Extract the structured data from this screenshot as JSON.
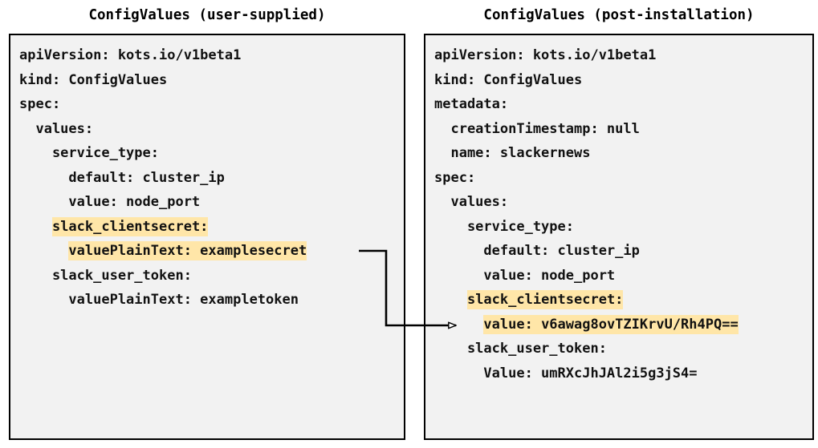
{
  "panels": [
    {
      "id": "user-supplied",
      "title": "ConfigValues (user-supplied)",
      "lines": [
        [
          {
            "t": "apiVersion: kots.io/v1beta1",
            "hl": false
          }
        ],
        [
          {
            "t": "kind: ConfigValues",
            "hl": false
          }
        ],
        [
          {
            "t": "spec:",
            "hl": false
          }
        ],
        [
          {
            "t": "  values:",
            "hl": false
          }
        ],
        [
          {
            "t": "    service_type:",
            "hl": false
          }
        ],
        [
          {
            "t": "      default: cluster_ip",
            "hl": false
          }
        ],
        [
          {
            "t": "      value: node_port",
            "hl": false
          }
        ],
        [
          {
            "t": "    ",
            "hl": false
          },
          {
            "t": "slack_clientsecret:",
            "hl": true
          }
        ],
        [
          {
            "t": "      ",
            "hl": false
          },
          {
            "t": "valuePlainText: examplesecret",
            "hl": true
          }
        ],
        [
          {
            "t": "    slack_user_token:",
            "hl": false
          }
        ],
        [
          {
            "t": "      valuePlainText: exampletoken",
            "hl": false
          }
        ]
      ]
    },
    {
      "id": "post-installation",
      "title": "ConfigValues (post-installation)",
      "lines": [
        [
          {
            "t": "apiVersion: kots.io/v1beta1",
            "hl": false
          }
        ],
        [
          {
            "t": "kind: ConfigValues",
            "hl": false
          }
        ],
        [
          {
            "t": "metadata:",
            "hl": false
          }
        ],
        [
          {
            "t": "  creationTimestamp: null",
            "hl": false
          }
        ],
        [
          {
            "t": "  name: slackernews",
            "hl": false
          }
        ],
        [
          {
            "t": "spec:",
            "hl": false
          }
        ],
        [
          {
            "t": "  values:",
            "hl": false
          }
        ],
        [
          {
            "t": "    service_type:",
            "hl": false
          }
        ],
        [
          {
            "t": "      default: cluster_ip",
            "hl": false
          }
        ],
        [
          {
            "t": "      value: node_port",
            "hl": false
          }
        ],
        [
          {
            "t": "    ",
            "hl": false
          },
          {
            "t": "slack_clientsecret:",
            "hl": true
          }
        ],
        [
          {
            "t": "      ",
            "hl": false
          },
          {
            "t": "value: v6awag8ovTZIKrvU/Rh4PQ==",
            "hl": true
          }
        ],
        [
          {
            "t": "    slack_user_token:",
            "hl": false
          }
        ],
        [
          {
            "t": "      Value: umRXcJhJAl2i5g3jS4=",
            "hl": false
          }
        ]
      ]
    }
  ],
  "connector": {
    "name": "secret-encryption-arrow",
    "color": "#000000"
  },
  "colors": {
    "highlight": "#ffe6a8",
    "box_fill": "#f2f2f2",
    "box_border": "#000000",
    "text": "#111111",
    "page_background": "#ffffff"
  }
}
